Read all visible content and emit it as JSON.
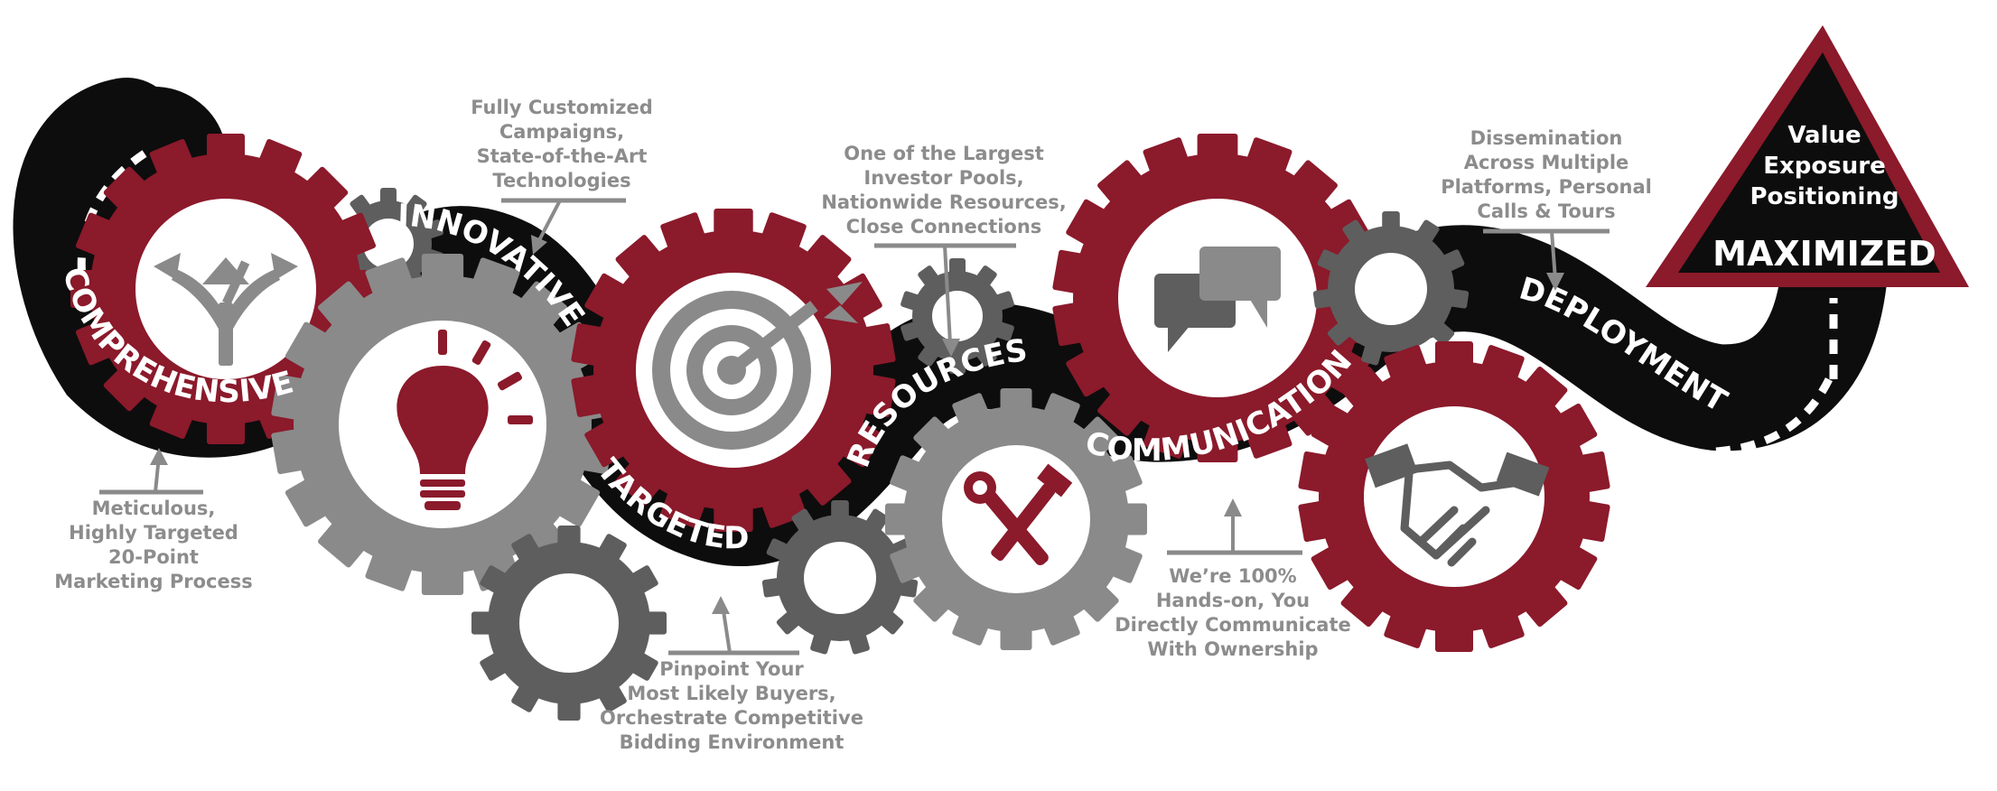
{
  "colors": {
    "road": "#0d0d0d",
    "accent_red": "#8b1a2b",
    "gear_gray": "#8a8a8a",
    "gear_dark_gray": "#5e5e5e",
    "note_text": "#8c8c8c",
    "stripe": "#ffffff"
  },
  "stages": [
    {
      "label": "COMPREHENSIVE",
      "icon": "arrows-icon"
    },
    {
      "label": "INNOVATIVE",
      "icon": "lightbulb-icon"
    },
    {
      "label": "TARGETED",
      "icon": "target-icon"
    },
    {
      "label": "RESOURCES",
      "icon": "tools-icon"
    },
    {
      "label": "COMMUNICATION",
      "icon": "chat-bubbles-icon"
    },
    {
      "label": "DEPLOYMENT",
      "icon": "handshake-icon"
    }
  ],
  "notes": {
    "comprehensive": [
      "Meticulous,",
      "Highly Targeted",
      "20-Point",
      "Marketing Process"
    ],
    "innovative": [
      "Fully Customized",
      "Campaigns,",
      "State-of-the-Art",
      "Technologies"
    ],
    "targeted": [
      "Pinpoint Your",
      "Most Likely  Buyers,",
      "Orchestrate Competitive",
      "Bidding Environment"
    ],
    "resources": [
      "One of the Largest",
      "Investor Pools,",
      "Nationwide Resources,",
      "Close Connections"
    ],
    "communication": [
      "We’re 100%",
      "Hands-on, You",
      "Directly Communicate",
      "With Ownership"
    ],
    "deployment": [
      "Dissemination",
      "Across Multiple",
      "Platforms, Personal",
      "Calls & Tours"
    ]
  },
  "goal": {
    "lines": [
      "Value",
      "Exposure",
      "Positioning"
    ],
    "headline": "MAXIMIZED"
  }
}
